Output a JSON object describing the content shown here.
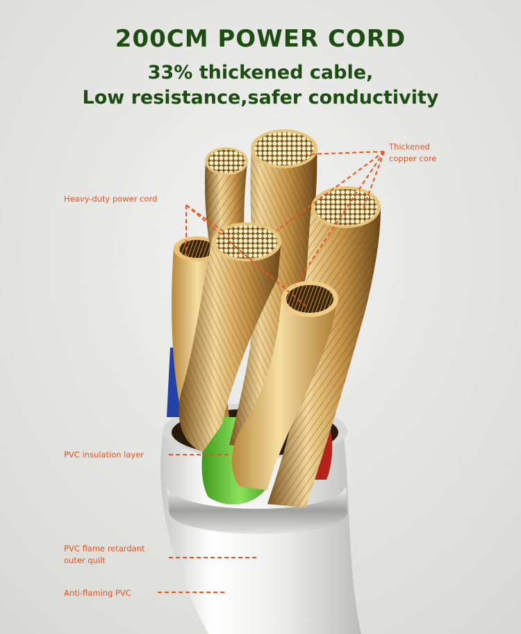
{
  "header": {
    "title": "200CM POWER CORD",
    "subtitle_line1": "33% thickened cable,",
    "subtitle_line2": "Low resistance,safer conductivity"
  },
  "callouts": {
    "thickened_core_line1": "Thickened",
    "thickened_core_line2": "copper core",
    "heavy_duty": "Heavy-duty power cord",
    "pvc_insulation": "PVC insulation layer",
    "flame_retardant_line1": "PVC flame retardant",
    "flame_retardant_line2": "outer quilt",
    "anti_flaming": "Anti-flaming PVC"
  },
  "colors": {
    "heading": "#1e4d14",
    "callout": "#e8541e",
    "copper": "#d9b25f",
    "insulation_green": "#63c23a",
    "insulation_red": "#b5241c",
    "insulation_blue": "#2342a8",
    "sheath": "#f2f2f0"
  },
  "icons": {
    "product": "cable-cross-section-illustration"
  }
}
